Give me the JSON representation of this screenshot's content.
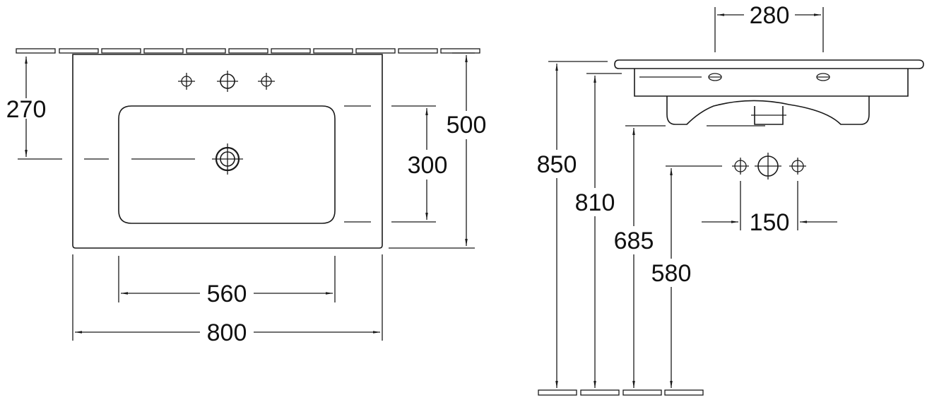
{
  "top_view": {
    "width_total": "800",
    "width_inner": "560",
    "depth_total": "500",
    "bowl_depth": "300",
    "tap_offset": "270"
  },
  "side_view": {
    "tap_spacing": "280",
    "height_rim": "850",
    "height_810": "810",
    "height_685": "685",
    "height_580": "580",
    "connection_spacing": "150"
  }
}
